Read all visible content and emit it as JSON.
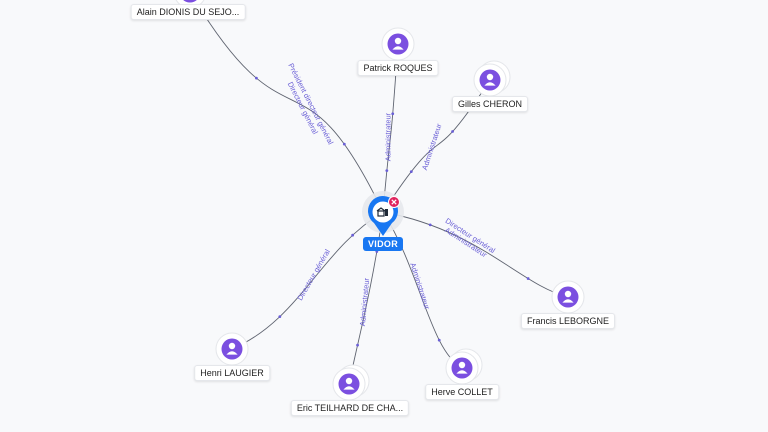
{
  "center": {
    "label": "VIDOR",
    "icon": "company-icon",
    "badge_icon": "close-icon",
    "color": "#1877f2",
    "badge_color": "#e0245e"
  },
  "people": [
    {
      "id": "alain",
      "name": "Alain DIONIS DU SEJO...",
      "roles": [
        "Président directeur général",
        "Directeur général"
      ],
      "icon": "person-icon",
      "stacked": false
    },
    {
      "id": "patrick",
      "name": "Patrick ROQUES",
      "roles": [
        "Administrateur"
      ],
      "icon": "person-icon",
      "stacked": false
    },
    {
      "id": "gilles",
      "name": "Gilles CHERON",
      "roles": [
        "Administrateur"
      ],
      "icon": "person-icon",
      "stacked": true
    },
    {
      "id": "francis",
      "name": "Francis LEBORGNE",
      "roles": [
        "Directeur général",
        "Administrateur"
      ],
      "icon": "person-icon",
      "stacked": false
    },
    {
      "id": "herve",
      "name": "Herve COLLET",
      "roles": [
        "Administrateur"
      ],
      "icon": "person-icon",
      "stacked": true
    },
    {
      "id": "eric",
      "name": "Eric TEILHARD DE CHA...",
      "roles": [
        "Administrateur"
      ],
      "icon": "person-icon",
      "stacked": true
    },
    {
      "id": "henri",
      "name": "Henri LAUGIER",
      "roles": [
        "Directeur général"
      ],
      "icon": "person-icon",
      "stacked": false
    }
  ],
  "colors": {
    "node": "#7b4fe0",
    "edge_label": "#6a5fd6",
    "edge": "#5f6470"
  }
}
